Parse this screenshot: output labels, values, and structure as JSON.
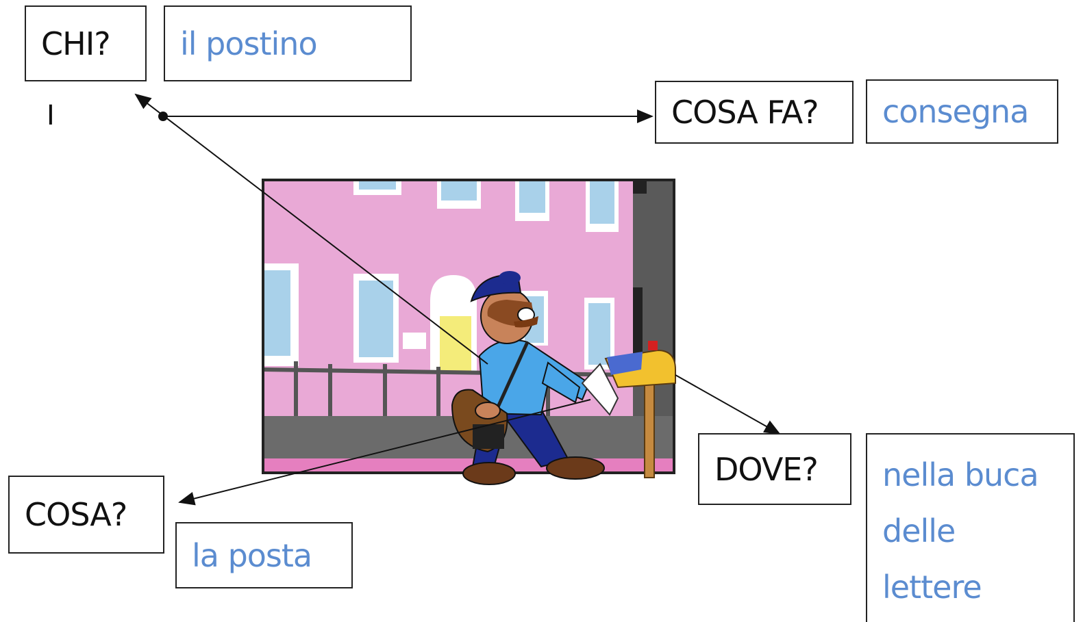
{
  "questions": {
    "chi": "CHI?",
    "cosa_fa": "COSA FA?",
    "cosa": "COSA?",
    "dove": "DOVE?"
  },
  "answers": {
    "chi": "il postino",
    "cosa_fa": "consegna",
    "cosa": "la posta",
    "dove": [
      "nella buca",
      "delle",
      "lettere"
    ]
  },
  "cursor_mark": "I",
  "colors": {
    "question_text": "#111111",
    "answer_text": "#5b8cd0",
    "building": "#e9a9d6",
    "sidewalk": "#6b6b6b",
    "uniform": "#4aa6e8",
    "mailbox": "#f2c12e"
  }
}
